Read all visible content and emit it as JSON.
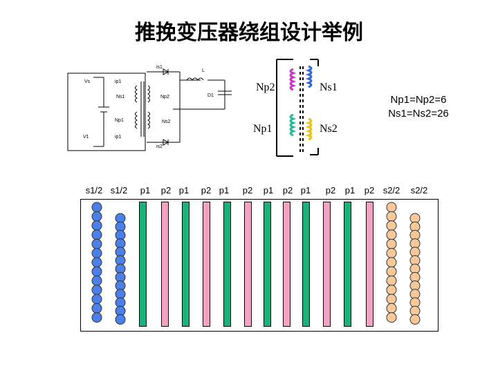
{
  "title": "推挽变压器绕组设计举例",
  "transformer": {
    "np2": "Np2",
    "ns1": "Ns1",
    "np1": "Np1",
    "ns2": "Ns2"
  },
  "ratios": {
    "line1": "Np1=Np2=6",
    "line2": "Ns1=Ns2=26"
  },
  "circuit": {
    "labels": [
      "is1",
      "L",
      "Vs",
      "ip1",
      "D1",
      "Np2",
      "Ns1",
      "Ns2",
      "Np1",
      "V1",
      "ip1",
      "is2"
    ]
  },
  "windings": {
    "columns": [
      {
        "label": "s1/2",
        "kind": "secondary",
        "color": "#4a80e8"
      },
      {
        "label": "s1/2",
        "kind": "secondary",
        "color": "#4a80e8"
      },
      {
        "label": "p1",
        "kind": "primary",
        "color": "#1db07a"
      },
      {
        "label": "p2",
        "kind": "primary",
        "color": "#f2a3c4"
      },
      {
        "label": "p1",
        "kind": "primary",
        "color": "#1db07a"
      },
      {
        "label": "p2",
        "kind": "primary",
        "color": "#f2a3c4"
      },
      {
        "label": "p1",
        "kind": "primary",
        "color": "#1db07a"
      },
      {
        "label": "p2",
        "kind": "primary",
        "color": "#f2a3c4"
      },
      {
        "label": "p1",
        "kind": "primary",
        "color": "#1db07a"
      },
      {
        "label": "p2",
        "kind": "primary",
        "color": "#f2a3c4"
      },
      {
        "label": "p1",
        "kind": "primary",
        "color": "#1db07a"
      },
      {
        "label": "p2",
        "kind": "primary",
        "color": "#f2a3c4"
      },
      {
        "label": "p1",
        "kind": "primary",
        "color": "#1db07a"
      },
      {
        "label": "p2",
        "kind": "primary",
        "color": "#f2a3c4"
      },
      {
        "label": "s2/2",
        "kind": "secondary",
        "color": "#f7c99a"
      },
      {
        "label": "s2/2",
        "kind": "secondary",
        "color": "#f7c99a"
      }
    ],
    "turns_per_secondary_column": 13
  },
  "colors": {
    "np2": "#cc33cc",
    "ns1": "#3366cc",
    "np1": "#22bb99",
    "ns2": "#e6c21a",
    "core": "#000000"
  }
}
